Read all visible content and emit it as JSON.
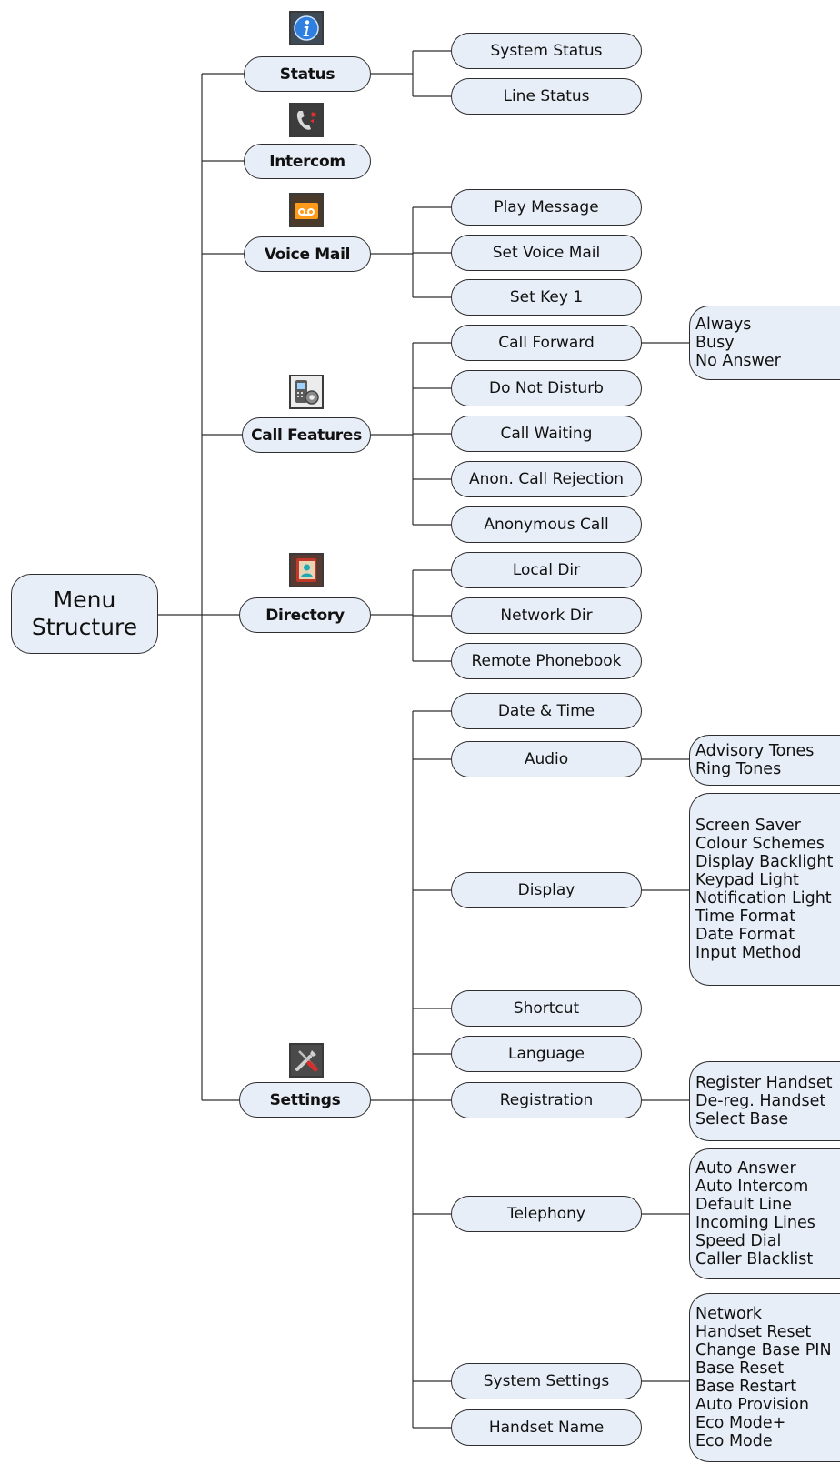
{
  "root": {
    "line1": "Menu",
    "line2": "Structure"
  },
  "status": {
    "label": "Status",
    "icon": "info-icon",
    "items": [
      "System Status",
      "Line Status"
    ]
  },
  "intercom": {
    "label": "Intercom",
    "icon": "intercom-phone-icon"
  },
  "voice_mail": {
    "label": "Voice Mail",
    "icon": "voicemail-icon",
    "items": [
      "Play Message",
      "Set Voice Mail",
      "Set Key 1"
    ]
  },
  "call_features": {
    "label": "Call Features",
    "icon": "phone-settings-icon",
    "items": [
      "Call Forward",
      "Do Not Disturb",
      "Call Waiting",
      "Anon. Call Rejection",
      "Anonymous Call"
    ],
    "call_forward_options": [
      "Always",
      "Busy",
      "No Answer"
    ]
  },
  "directory": {
    "label": "Directory",
    "icon": "contacts-book-icon",
    "items": [
      "Local Dir",
      "Network Dir",
      "Remote Phonebook"
    ]
  },
  "settings": {
    "label": "Settings",
    "icon": "tools-icon",
    "items": [
      "Date & Time",
      "Audio",
      "Display",
      "Shortcut",
      "Language",
      "Registration",
      "Telephony",
      "System Settings",
      "Handset Name"
    ],
    "audio_options": [
      "Advisory Tones",
      "Ring Tones"
    ],
    "display_options": [
      "Screen Saver",
      "Colour Schemes",
      "Display Backlight",
      "Keypad Light",
      "Notification Light",
      "Time Format",
      "Date Format",
      "Input Method"
    ],
    "registration_options": [
      "Register Handset",
      "De-reg. Handset",
      "Select Base"
    ],
    "telephony_options": [
      "Auto Answer",
      "Auto Intercom",
      "Default Line",
      "Incoming Lines",
      "Speed Dial",
      "Caller Blacklist"
    ],
    "system_settings_options": [
      "Network",
      "Handset Reset",
      "Change Base PIN",
      "Base Reset",
      "Base Restart",
      "Auto Provision",
      "Eco Mode+",
      "Eco Mode"
    ]
  },
  "colors": {
    "node_fill": "#e8eef7",
    "stroke": "#2e2e2e"
  }
}
